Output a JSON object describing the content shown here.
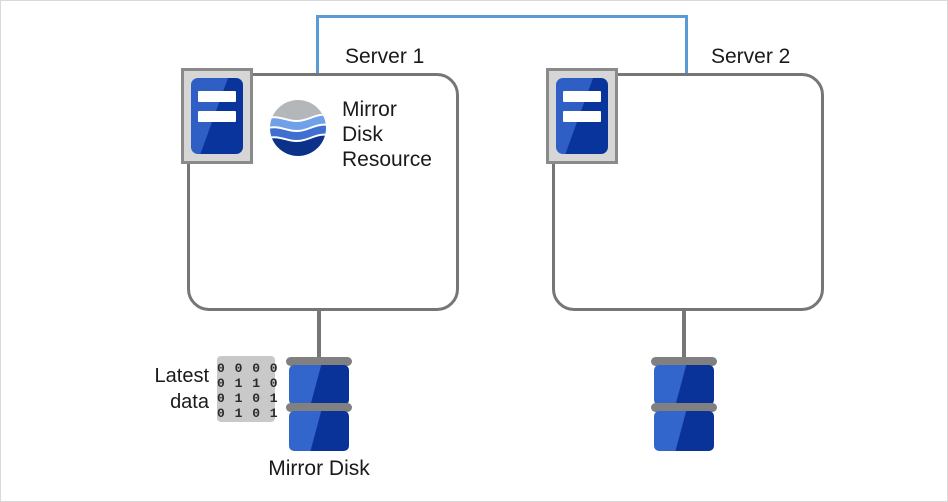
{
  "diagram": {
    "title_not_shown": "",
    "colors": {
      "connector_blue": "#5B9BD5",
      "box_border_gray": "#767676",
      "disk_blue_light": "#3366CC",
      "disk_blue_dark": "#0A3399",
      "disk_platter_gray": "#808080",
      "icon_frame_gray": "#d6d6d6",
      "data_chip_gray": "#c9c9c9",
      "text_color": "#1a1a1a"
    },
    "servers": [
      {
        "label": "Server 1",
        "icon_name": "server-icon",
        "resource": {
          "logo_name": "mirror-disk-resource-logo",
          "lines": [
            "Mirror",
            "Disk",
            "Resource"
          ]
        },
        "disk": {
          "caption": "Mirror Disk",
          "has_data_chip": true,
          "data_label_lines": [
            "Latest",
            "data"
          ],
          "binary_rows": [
            "0 0 0 0",
            "0 1 1 0",
            "0 1 0 1",
            "0 1 0 1"
          ]
        }
      },
      {
        "label": "Server 2",
        "icon_name": "server-icon",
        "resource": null,
        "disk": {
          "caption": "",
          "has_data_chip": false,
          "data_label_lines": [],
          "binary_rows": []
        }
      }
    ]
  }
}
